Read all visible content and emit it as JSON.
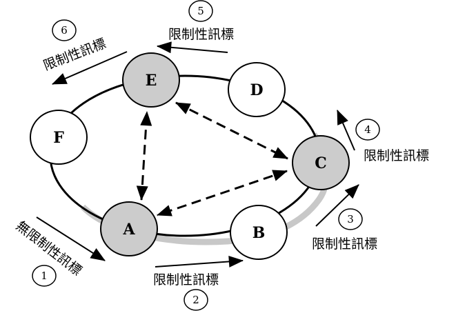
{
  "diagram": {
    "colors": {
      "highlight_fill": "#cccccc",
      "normal_fill": "#ffffff",
      "stroke": "#000000",
      "shadow": "#c8c8c8"
    },
    "nodes": [
      {
        "id": "A",
        "label": "A",
        "highlighted": true
      },
      {
        "id": "B",
        "label": "B",
        "highlighted": false
      },
      {
        "id": "C",
        "label": "C",
        "highlighted": true
      },
      {
        "id": "D",
        "label": "D",
        "highlighted": false
      },
      {
        "id": "E",
        "label": "E",
        "highlighted": true
      },
      {
        "id": "F",
        "label": "F",
        "highlighted": false
      }
    ],
    "ring_order": [
      "A",
      "B",
      "C",
      "D",
      "E",
      "F"
    ],
    "bidirectional_links": [
      {
        "from": "A",
        "to": "E",
        "style": "dashed"
      },
      {
        "from": "E",
        "to": "C",
        "style": "dashed"
      },
      {
        "from": "C",
        "to": "A",
        "style": "dashed"
      }
    ],
    "steps": [
      {
        "number": "1",
        "label": "無限制性訊標"
      },
      {
        "number": "2",
        "label": "限制性訊標"
      },
      {
        "number": "3",
        "label": "限制性訊標"
      },
      {
        "number": "4",
        "label": "限制性訊標"
      },
      {
        "number": "5",
        "label": "限制性訊標"
      },
      {
        "number": "6",
        "label": "限制性訊標"
      }
    ]
  }
}
